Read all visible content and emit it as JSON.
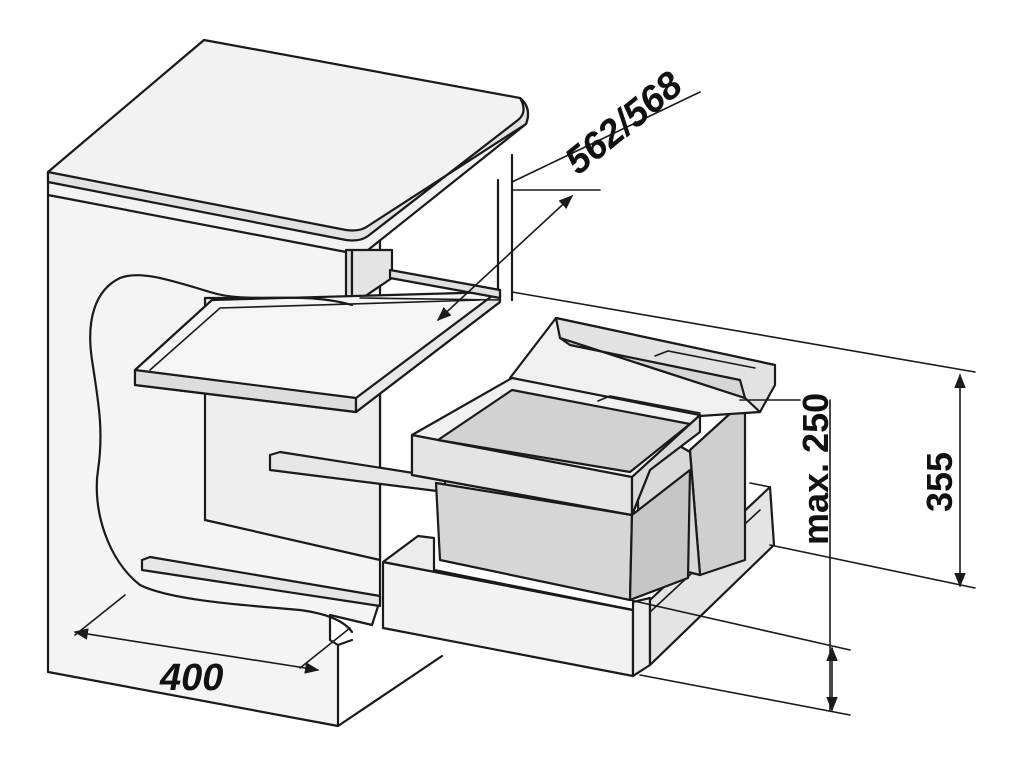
{
  "diagram": {
    "type": "technical-drawing",
    "subject": "pull-out waste bin system in base cabinet",
    "colors": {
      "line": "#1a1a1a",
      "panel_light": "#f7f7f7",
      "panel_mid": "#e9e9e9",
      "panel_dark": "#d6d6d6",
      "bin_fill": "#d8d8d8",
      "bin_shadow": "#c4c4c4"
    },
    "dimensions": {
      "depth_label": "562/568",
      "width_label": "400",
      "bin_height_label": "max. 250",
      "total_height_label": "355"
    }
  }
}
